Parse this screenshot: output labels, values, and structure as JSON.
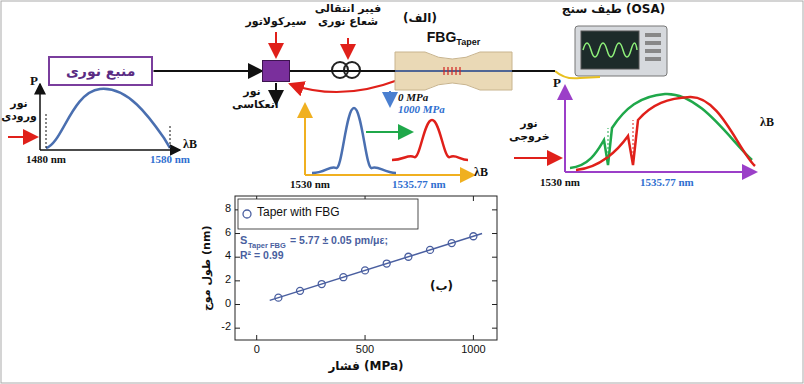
{
  "diagram": {
    "nodes": [
      {
        "text": [
          "منبع نوری"
        ]
      },
      {
        "text": [
          "سیرکولاتور"
        ]
      },
      {
        "text": [
          "FBG",
          "Taper"
        ]
      },
      {
        "text": [
          "طیف سنج (OSA)"
        ]
      }
    ],
    "edges": [
      {
        "from": 0,
        "to": 1,
        "arrow": "to"
      },
      {
        "from": 1,
        "to": 2,
        "arrow": "none"
      },
      {
        "from": 2,
        "to": 3,
        "arrow": "none"
      }
    ],
    "labels": [
      "فیبر انتقالی شعاع نوری",
      "(الف)",
      "0 MPa",
      "1000 MPa",
      "P",
      "نور ورودی",
      "1480 nm",
      "1580 nm",
      "λB",
      "نور انعکاسی",
      "1530 nm",
      "1535.77 nm",
      "λB",
      "P",
      "نور خروجی",
      "1530 nm",
      "1535.77 nm",
      "λB",
      "8",
      "6",
      "4",
      "2",
      "0",
      "-2",
      "0",
      "500",
      "1000",
      "S",
      "Taper FBG",
      "= 5.77 ± 0.05 pm/με;",
      "R² = 0.99",
      "(ب)",
      "طول موج (nm)",
      "فشار (MPa)"
    ],
    "legend": [
      {
        "text": "Taper with FBG"
      }
    ]
  }
}
